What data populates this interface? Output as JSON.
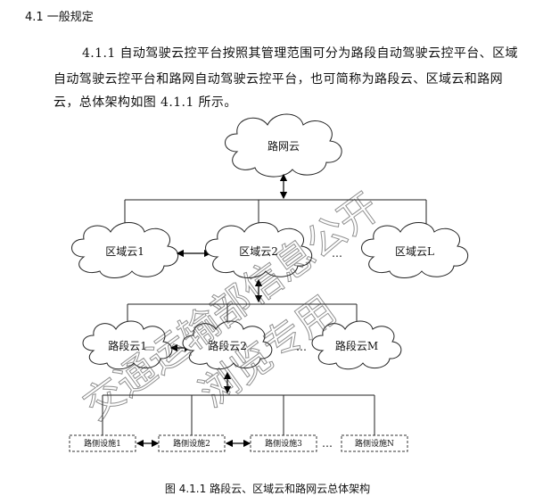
{
  "heading": "4.1 一般规定",
  "paragraph": {
    "line1": "4.1.1  自动驾驶云控平台按照其管理范围可分为路段自动驾驶云控平台、区域",
    "line2": "自动驾驶云控平台和路网自动驾驶云控平台，也可简称为路段云、区域云和路网",
    "line3": "云，总体架构如图 4.1.1 所示。"
  },
  "diagram": {
    "network_cloud": "路网云",
    "regional_clouds": [
      "区域云1",
      "区域云2",
      "区域云L"
    ],
    "regional_ellipsis": "…",
    "segment_clouds": [
      "路段云1",
      "路段云2",
      "路段云M"
    ],
    "segment_ellipsis": "…",
    "devices": [
      "路侧设施1",
      "路侧设施2",
      "路侧设施3",
      "路侧设施N"
    ],
    "device_ellipsis": "…"
  },
  "caption": "图 4.1.1 路段云、区域云和路网云总体架构",
  "watermark": {
    "line1": "交通运输部信息公开",
    "line2": "浏览专用"
  }
}
